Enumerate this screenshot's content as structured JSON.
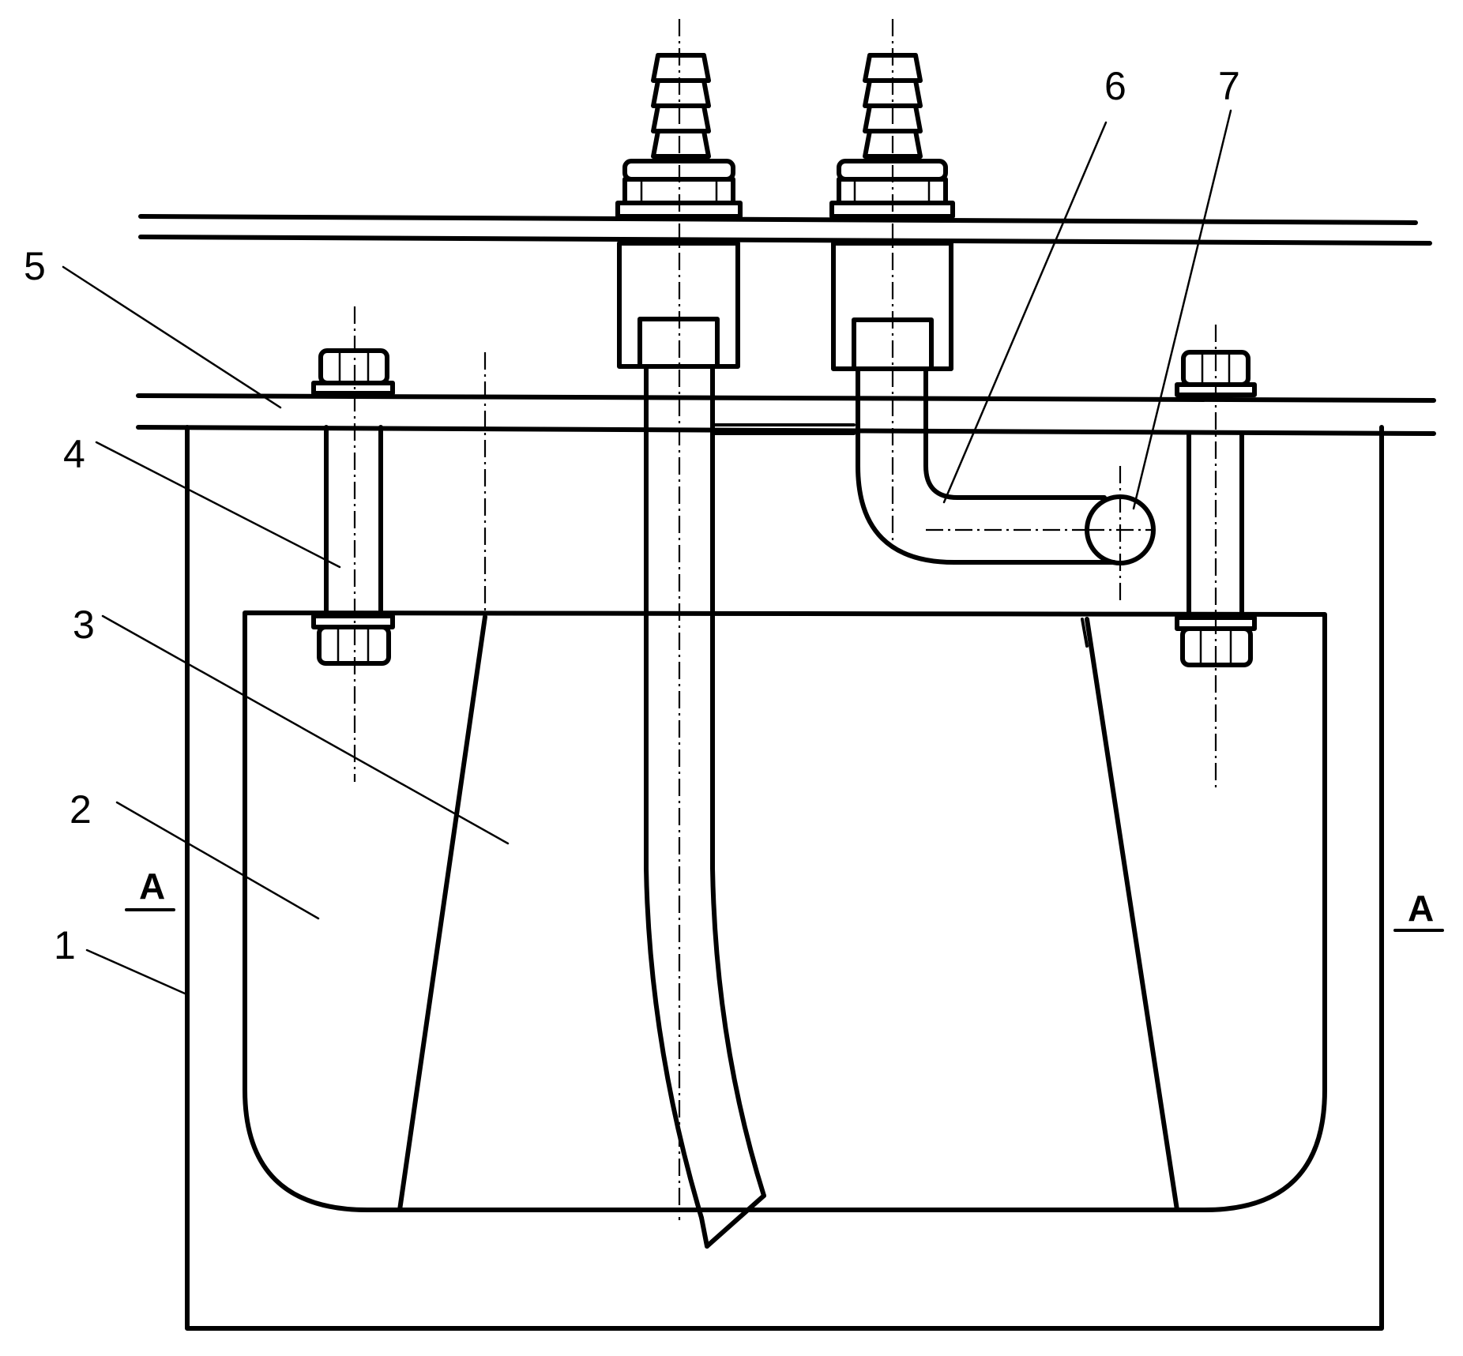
{
  "labels": {
    "part_1": "1",
    "part_2": "2",
    "part_3": "3",
    "part_4": "4",
    "part_5": "5",
    "part_6": "6",
    "part_7": "7"
  },
  "section_marks": {
    "left": "A",
    "right": "A"
  }
}
